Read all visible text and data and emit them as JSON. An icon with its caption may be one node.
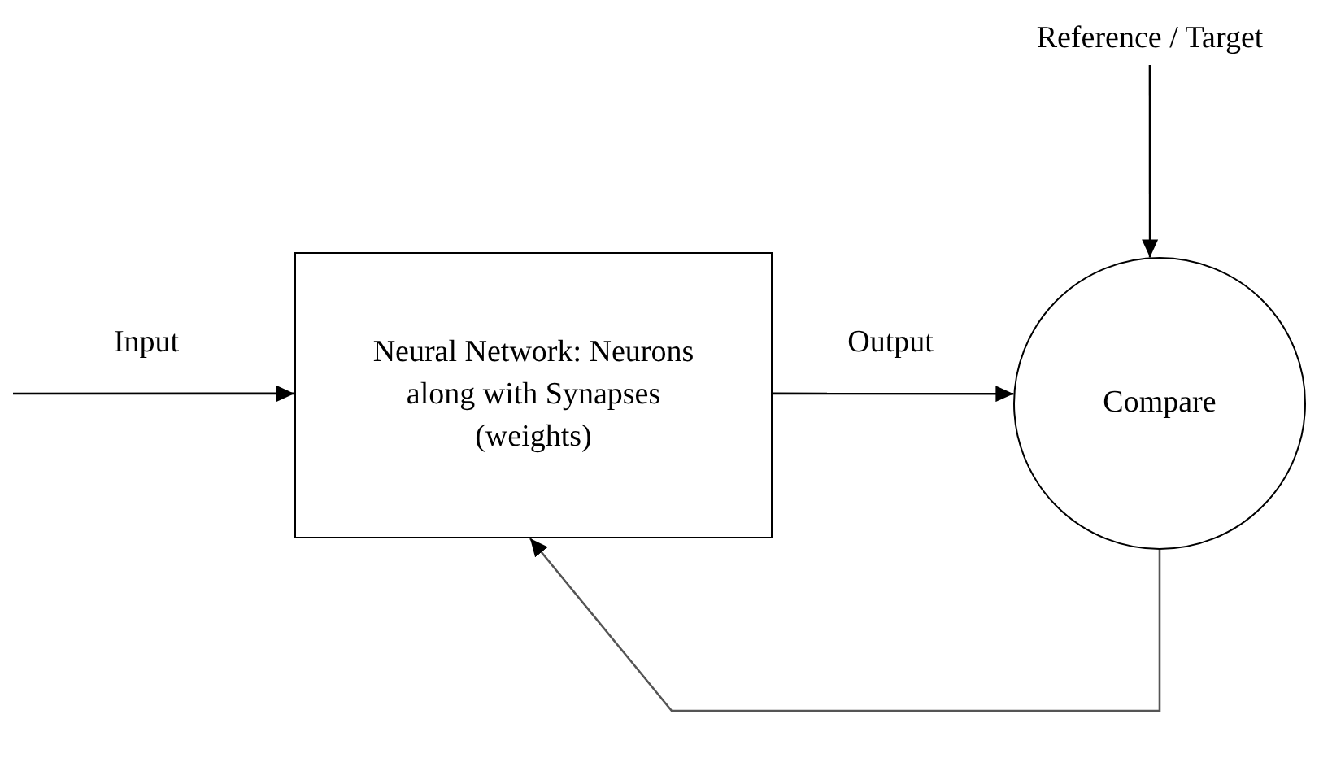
{
  "diagram": {
    "nodes": [
      {
        "text": [
          "Neural Network: Neurons along with Synapses (weights)"
        ]
      },
      {
        "text": [
          "Compare"
        ]
      },
      {
        "text": [
          "Reference / Target"
        ]
      }
    ],
    "edges": [
      {
        "from": null,
        "to": 0,
        "arrow": "to",
        "label": "Input"
      },
      {
        "from": 0,
        "to": 1,
        "arrow": "to",
        "label": "Output"
      },
      {
        "from": 2,
        "to": 1,
        "arrow": "to"
      },
      {
        "from": 1,
        "to": 0,
        "arrow": "to"
      }
    ]
  }
}
